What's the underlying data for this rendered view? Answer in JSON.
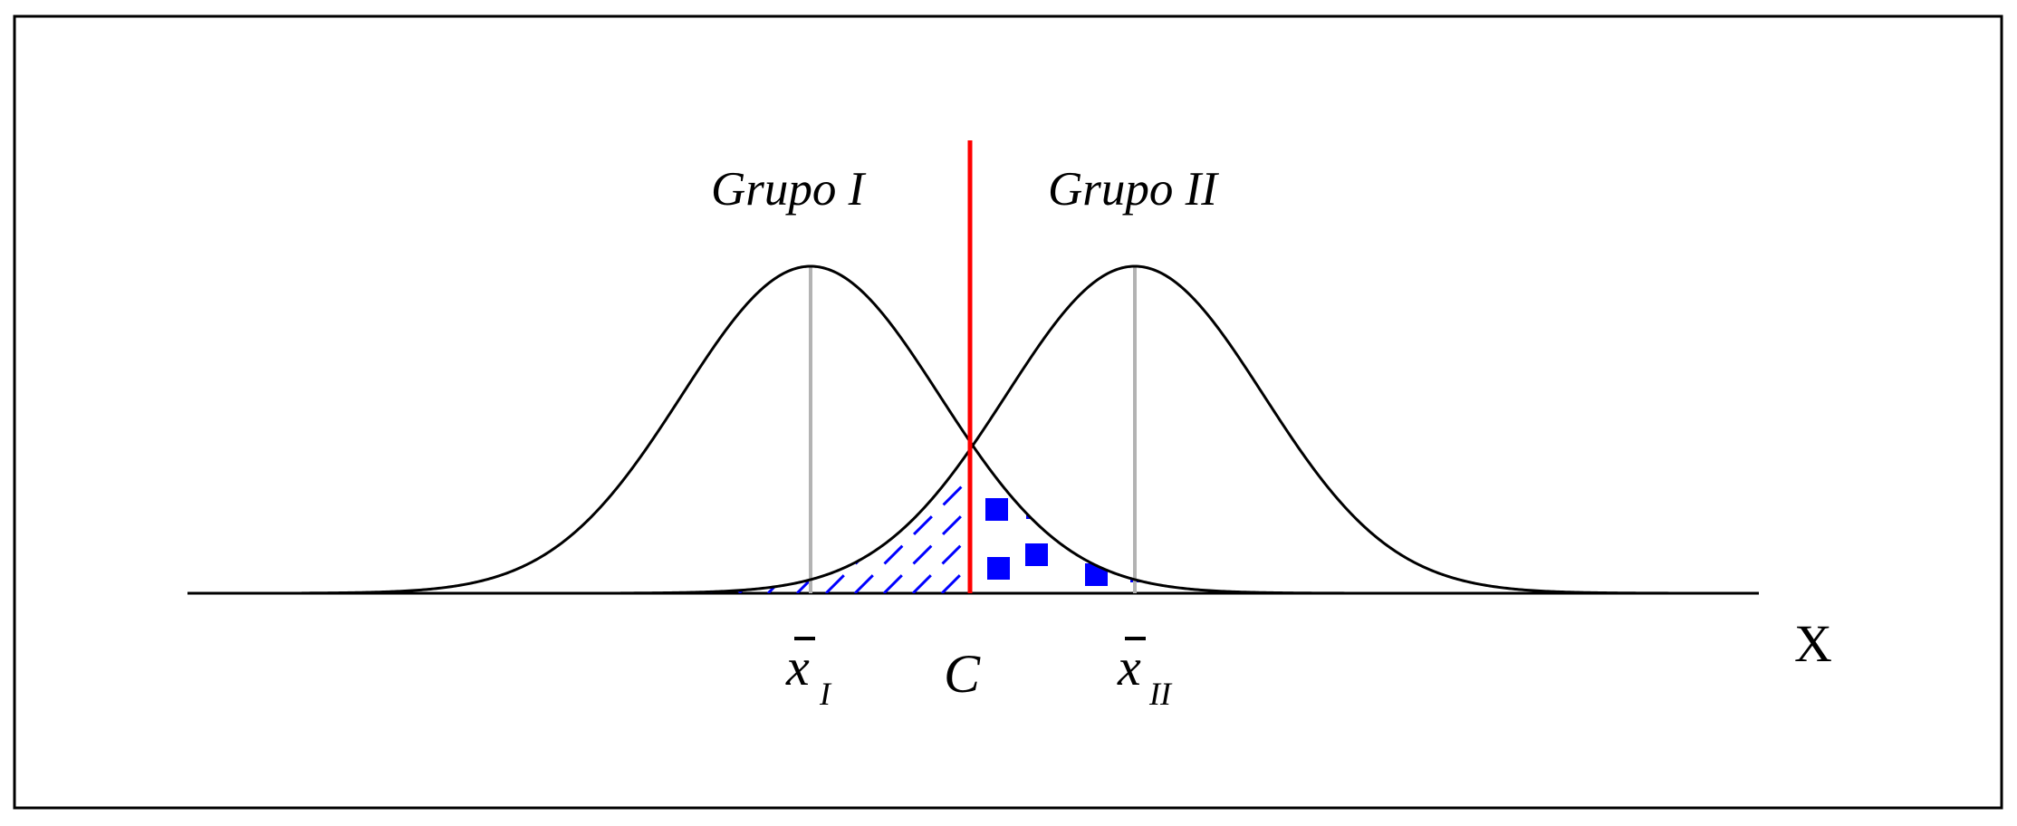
{
  "groups": {
    "group_1_label": "Grupo I",
    "group_2_label": "Grupo II"
  },
  "axis": {
    "x_label": "X",
    "mean_1_symbol": "x",
    "mean_1_subscript": "I",
    "mean_2_symbol": "x",
    "mean_2_subscript": "II",
    "cutoff_label": "C"
  },
  "colors": {
    "frame": "#000000",
    "curve": "#000000",
    "mean_line": "#b3b3b3",
    "cutoff_line": "#ff0000",
    "hatch": "#0000ff",
    "marker": "#0000ff"
  }
}
